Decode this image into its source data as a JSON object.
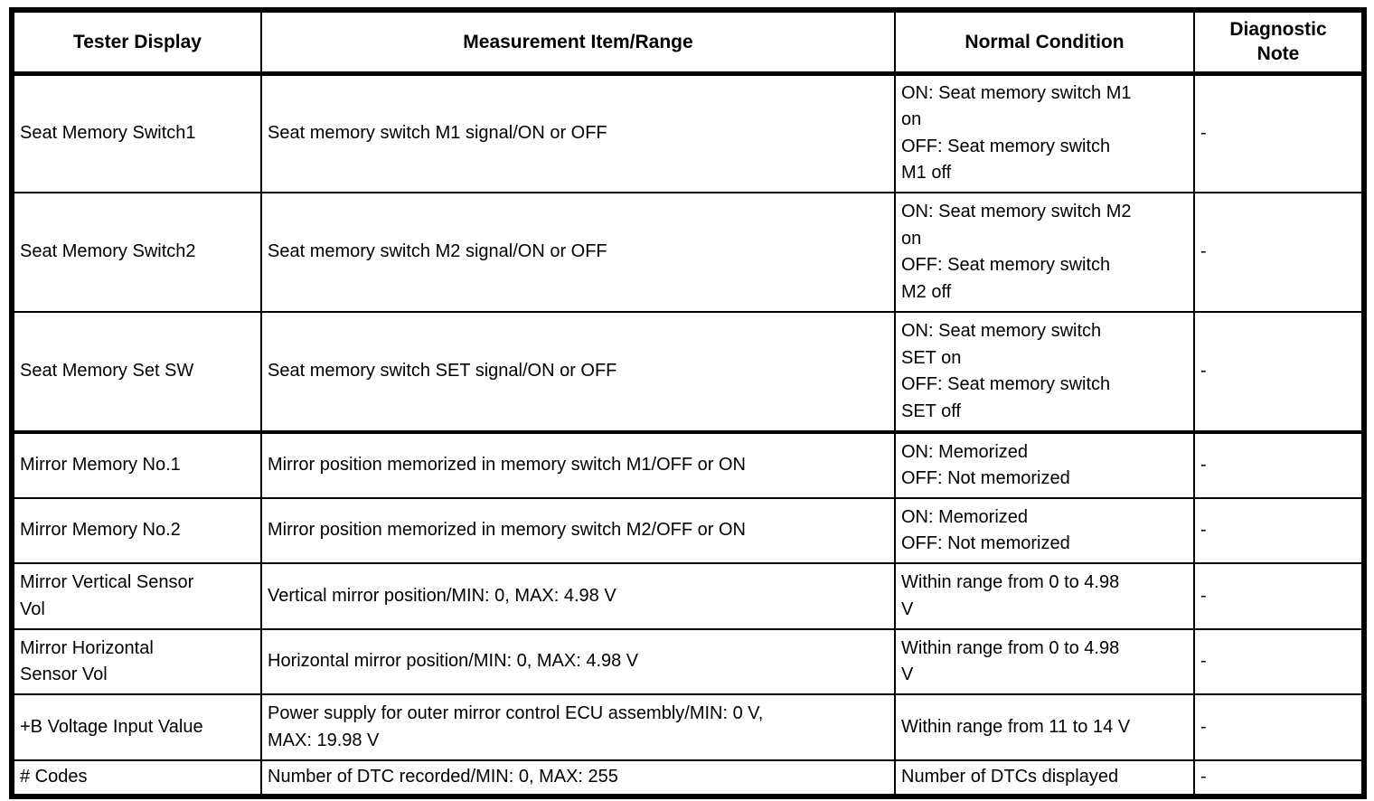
{
  "table": {
    "headers": [
      "Tester Display",
      "Measurement Item/Range",
      "Normal Condition",
      "Diagnostic\nNote"
    ],
    "rows": [
      {
        "tester_display": "Seat Memory Switch1",
        "measurement": "Seat memory switch M1 signal/ON or OFF",
        "normal_condition": "ON: Seat memory switch M1\non\nOFF: Seat memory switch\nM1 off",
        "diagnostic_note": "-"
      },
      {
        "tester_display": "Seat Memory Switch2",
        "measurement": "Seat memory switch M2 signal/ON or OFF",
        "normal_condition": "ON: Seat memory switch M2\non\nOFF: Seat memory switch\nM2 off",
        "diagnostic_note": "-"
      },
      {
        "tester_display": "Seat Memory Set SW",
        "measurement": "Seat memory switch SET signal/ON or OFF",
        "normal_condition": "ON: Seat memory switch\nSET on\nOFF: Seat memory switch\nSET off",
        "diagnostic_note": "-"
      },
      {
        "tester_display": "Mirror Memory No.1",
        "measurement": "Mirror position memorized in memory switch M1/OFF or ON",
        "normal_condition": "ON: Memorized\nOFF: Not memorized",
        "diagnostic_note": "-"
      },
      {
        "tester_display": "Mirror Memory No.2",
        "measurement": "Mirror position memorized in memory switch M2/OFF or ON",
        "normal_condition": "ON: Memorized\nOFF: Not memorized",
        "diagnostic_note": "-"
      },
      {
        "tester_display": "Mirror Vertical Sensor\nVol",
        "measurement": "Vertical mirror position/MIN: 0, MAX: 4.98 V",
        "normal_condition": "Within range from 0 to 4.98\nV",
        "diagnostic_note": "-"
      },
      {
        "tester_display": "Mirror Horizontal\nSensor Vol",
        "measurement": "Horizontal mirror position/MIN: 0, MAX: 4.98 V",
        "normal_condition": "Within range from 0 to 4.98\nV",
        "diagnostic_note": "-"
      },
      {
        "tester_display": "+B Voltage Input Value",
        "measurement": "Power supply for outer mirror control ECU assembly/MIN: 0 V,\nMAX: 19.98 V",
        "normal_condition": "Within range from 11 to 14 V",
        "diagnostic_note": "-"
      },
      {
        "tester_display": "# Codes",
        "measurement": "Number of DTC recorded/MIN: 0, MAX: 255",
        "normal_condition": "Number of DTCs displayed",
        "diagnostic_note": "-"
      }
    ]
  }
}
